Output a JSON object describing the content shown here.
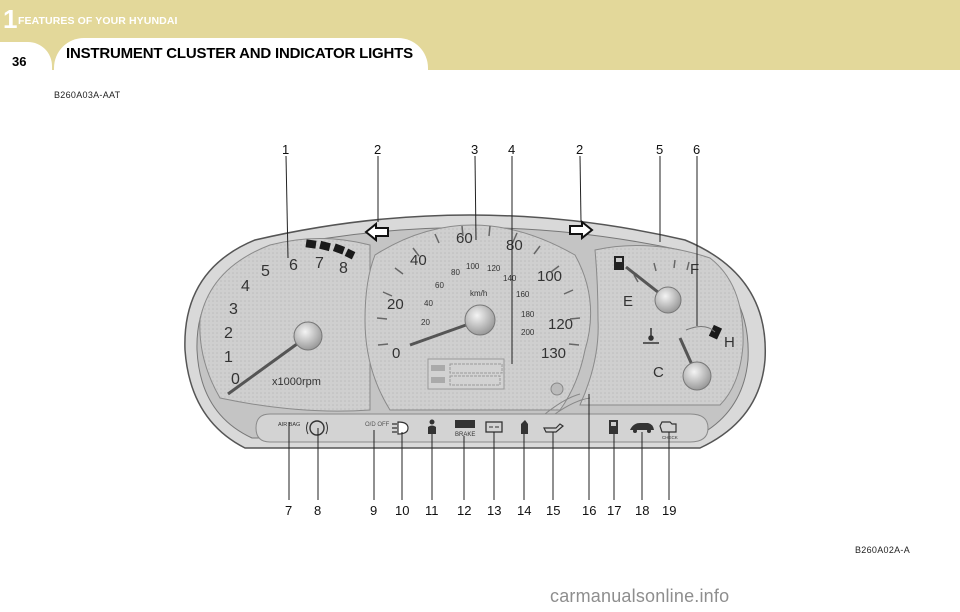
{
  "header": {
    "chapter_number": "1",
    "chapter_title": "FEATURES OF YOUR HYUNDAI",
    "page_number": "36",
    "section_title": "INSTRUMENT CLUSTER AND INDICATOR LIGHTS"
  },
  "figure_code_top": "B260A03A-AAT",
  "figure_code_bottom": "B260A02A-A",
  "callouts_top": [
    "1",
    "2",
    "3",
    "4",
    "2",
    "5",
    "6"
  ],
  "callouts_bottom": [
    "7",
    "8",
    "9",
    "10",
    "11",
    "12",
    "13",
    "14",
    "15",
    "16",
    "17",
    "18",
    "19"
  ],
  "tachometer": {
    "ticks": [
      "0",
      "1",
      "2",
      "3",
      "4",
      "5",
      "6",
      "7",
      "8"
    ],
    "unit": "x1000rpm"
  },
  "speedometer": {
    "mph_ticks": [
      "0",
      "20",
      "40",
      "60",
      "80",
      "100",
      "120",
      "130"
    ],
    "kmh_ticks": [
      "20",
      "40",
      "60",
      "80",
      "100",
      "120",
      "140",
      "160",
      "180",
      "200"
    ],
    "unit": "km/h"
  },
  "fuel_gauge": {
    "empty_label": "E",
    "full_label": "F"
  },
  "temp_gauge": {
    "cold_label": "C",
    "hot_label": "H"
  },
  "indicator_texts": {
    "airbag": "AIR BAG",
    "od_off": "O/D OFF",
    "brake": "BRAKE",
    "check": "CHECK"
  },
  "watermark": "carmanualsonline.info"
}
